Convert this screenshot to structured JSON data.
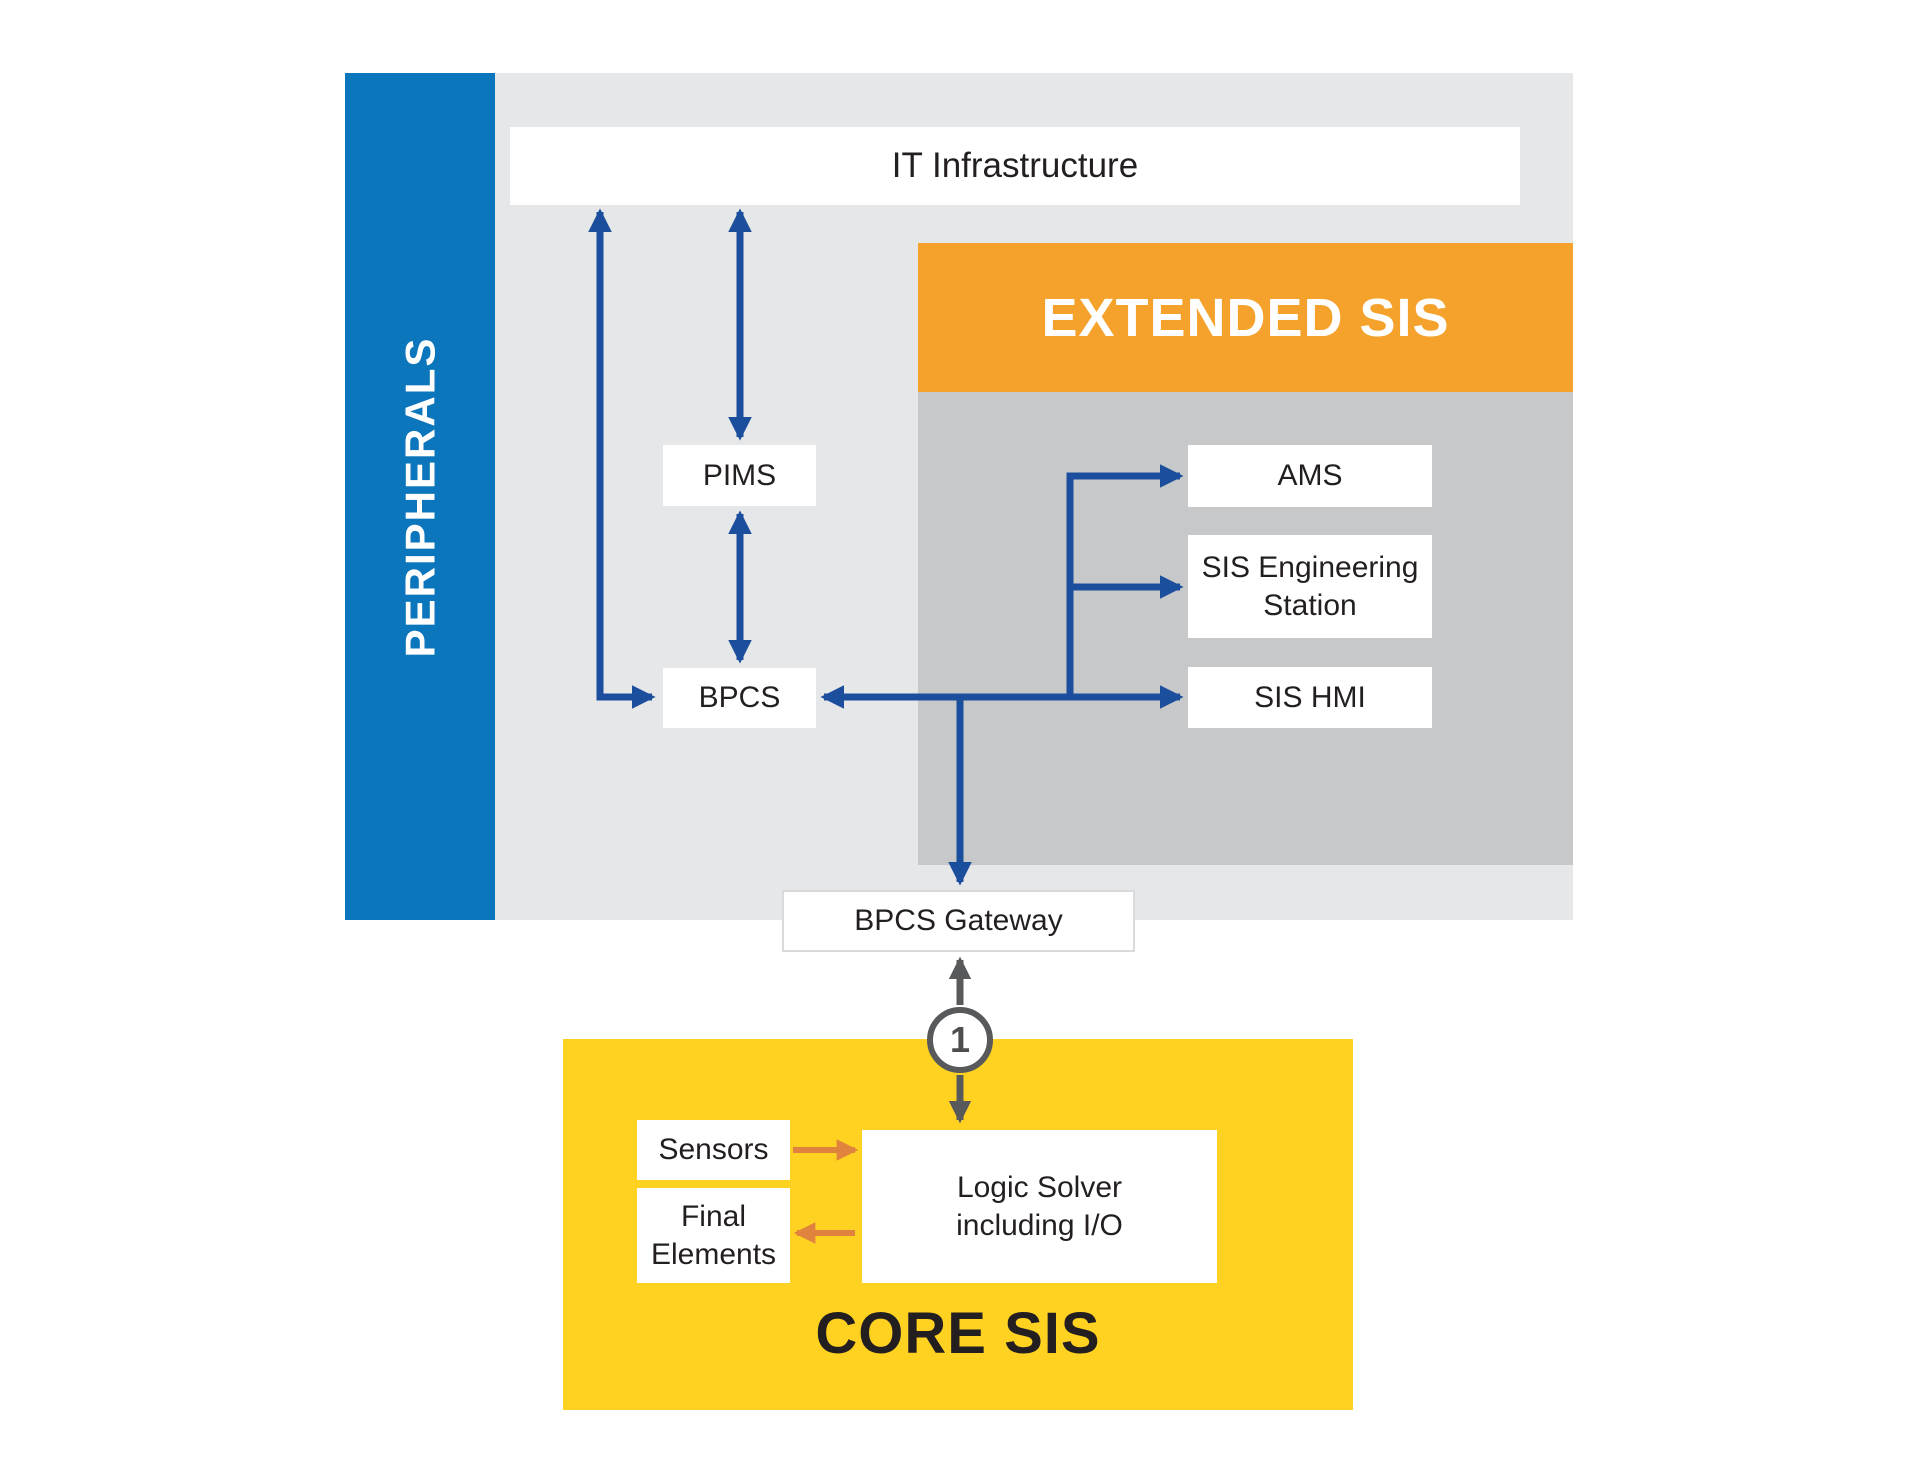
{
  "diagram": {
    "peripherals_label": "PERIPHERALS",
    "it_infrastructure_label": "IT Infrastructure",
    "extended_sis_title": "EXTENDED SIS",
    "core_sis_title": "CORE SIS",
    "link_badge": "1",
    "nodes": {
      "pims": "PIMS",
      "bpcs": "BPCS",
      "ams": "AMS",
      "sis_engineering_station": "SIS Engineering\nStation",
      "sis_hmi": "SIS HMI",
      "bpcs_gateway": "BPCS Gateway",
      "sensors": "Sensors",
      "final_elements": "Final\nElements",
      "logic_solver": "Logic Solver\nincluding I/O"
    },
    "colors": {
      "peripherals_blue": "#0B76BC",
      "connector_navy": "#1B4E9C",
      "panel_light_gray": "#E6E7E8",
      "panel_dark_gray": "#C7C8CA",
      "extended_sis_orange": "#F5A22D",
      "core_sis_yellow": "#FFD222",
      "io_arrow_orange": "#E0833E",
      "gateway_link_gray": "#58595B",
      "text_dark": "#231F20"
    }
  }
}
